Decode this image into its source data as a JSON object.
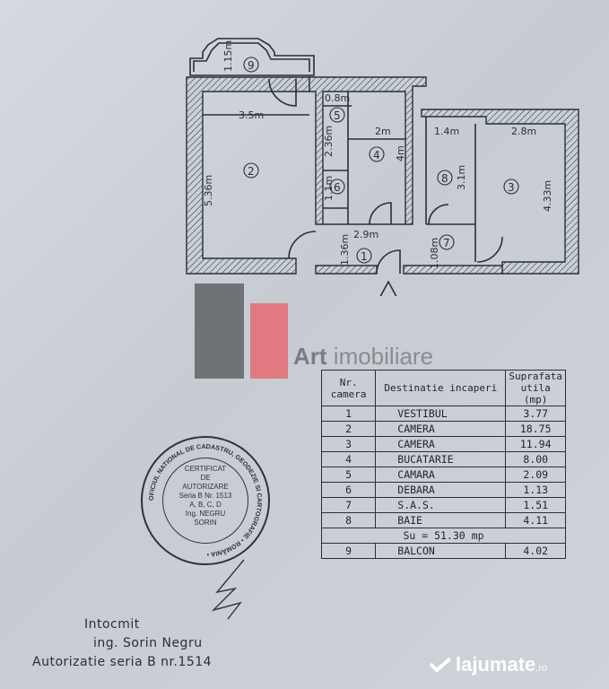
{
  "plan": {
    "dimensions": [
      "1.15m",
      "3.5m",
      "5.36m",
      "0.8m",
      "2.36m",
      "2m",
      "4m",
      "1.4m",
      "2.8m",
      "3.1m",
      "4.33m",
      "1.1m",
      "1.36m",
      "2.9m",
      "1.08m"
    ],
    "room_numbers": [
      "1",
      "2",
      "3",
      "4",
      "5",
      "6",
      "7",
      "8",
      "9"
    ]
  },
  "logo": {
    "bold": "Art",
    "rest": " imobiliare"
  },
  "table": {
    "headers": [
      "Nr. camera",
      "Destinatie incaperi",
      "Suprafata utila (mp)"
    ],
    "rows": [
      {
        "nr": "1",
        "name": "VESTIBUL",
        "area": "3.77"
      },
      {
        "nr": "2",
        "name": "CAMERA",
        "area": "18.75"
      },
      {
        "nr": "3",
        "name": "CAMERA",
        "area": "11.94"
      },
      {
        "nr": "4",
        "name": "BUCATARIE",
        "area": "8.00"
      },
      {
        "nr": "5",
        "name": "CAMARA",
        "area": "2.09"
      },
      {
        "nr": "6",
        "name": "DEBARA",
        "area": "1.13"
      },
      {
        "nr": "7",
        "name": "S.A.S.",
        "area": "1.51"
      },
      {
        "nr": "8",
        "name": "BAIE",
        "area": "4.11"
      }
    ],
    "total": "Su = 51.30 mp",
    "balcony": {
      "nr": "9",
      "name": "BALCON",
      "area": "4.02"
    }
  },
  "stamp": {
    "ring_text": "OFICIUL NATIONAL DE CADASTRU, GEODEZIE SI CARTOGRAFIE • ROMÂNIA •",
    "lines": [
      "CERTIFICAT",
      "DE",
      "AUTORIZARE",
      "Seria B Nr. 1513",
      "A, B, C, D",
      "Ing. NEGRU",
      "SORIN"
    ]
  },
  "signer": {
    "line1": "Intocmit",
    "line2": "ing. Sorin Negru",
    "line3": "Autorizatie seria B nr.1514"
  },
  "brand": {
    "name": "lajumate",
    "tld": ".ro"
  }
}
